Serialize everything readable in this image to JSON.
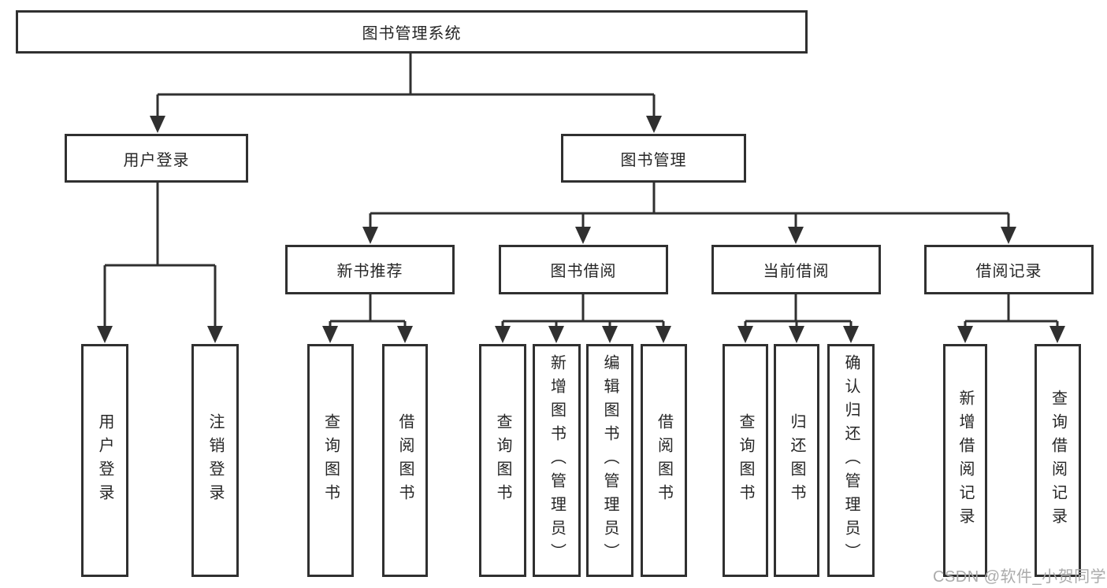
{
  "diagram": {
    "root": "图书管理系统",
    "branches": [
      {
        "label": "用户登录",
        "leaves": [
          "用户登录",
          "注销登录"
        ]
      },
      {
        "label": "图书管理",
        "subgroups": [
          {
            "label": "新书推荐",
            "leaves": [
              "查询图书",
              "借阅图书"
            ]
          },
          {
            "label": "图书借阅",
            "leaves": [
              "查询图书",
              "新增图书（管理员）",
              "编辑图书（管理员）",
              "借阅图书"
            ]
          },
          {
            "label": "当前借阅",
            "leaves": [
              "查询图书",
              "归还图书",
              "确认归还（管理员）"
            ]
          },
          {
            "label": "借阅记录",
            "leaves": [
              "新增借阅记录",
              "查询借阅记录"
            ]
          }
        ]
      }
    ]
  },
  "watermark": {
    "text": "CSDN @软件_小贺同学",
    "color": "#ababab"
  },
  "colors": {
    "line": "#303030",
    "box_border": "#303030",
    "box_fill": "#ffffff",
    "text": "#262626",
    "background": "#ffffff"
  }
}
